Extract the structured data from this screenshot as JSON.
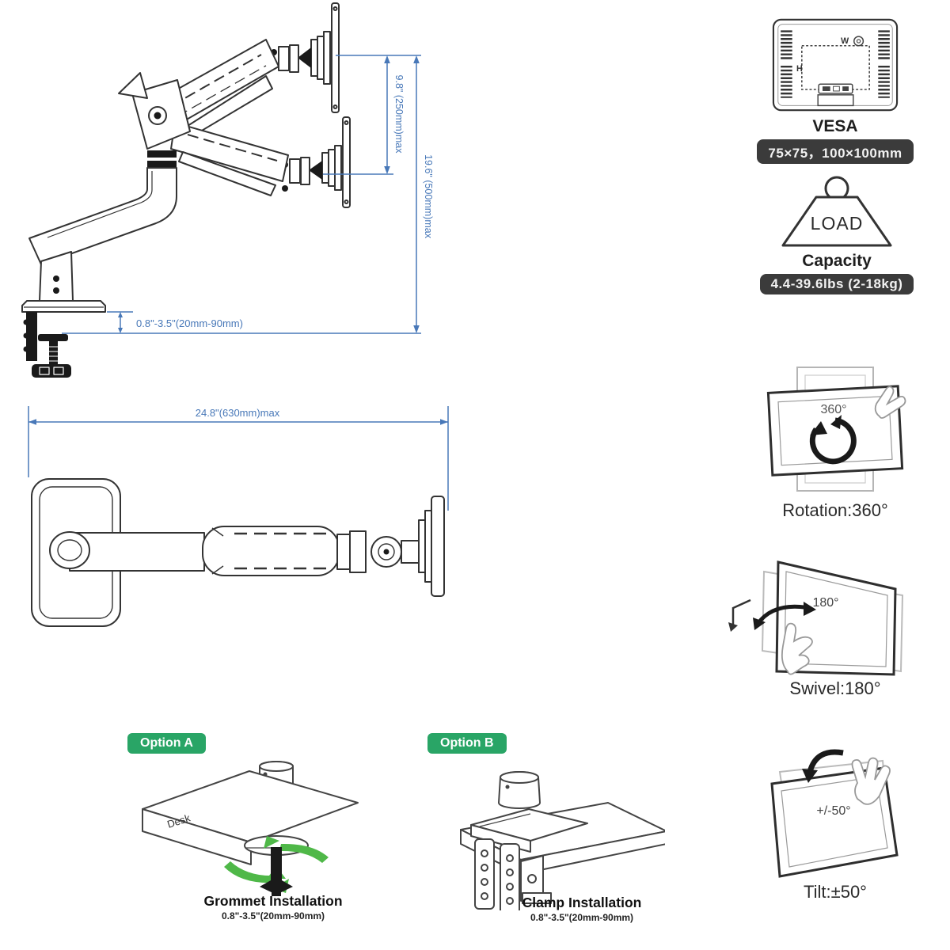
{
  "side_view": {
    "dim_upper": "9.8\" (250mm)max",
    "dim_full": "19.6\" (500mm)max",
    "dim_clamp_range": "0.8\"-3.5\"(20mm-90mm)"
  },
  "top_view": {
    "dim_width": "24.8\"(630mm)max"
  },
  "options": {
    "a": {
      "badge": "Option A",
      "desk_label": "Desk",
      "title": "Grommet Installation",
      "range": "0.8\"-3.5\"(20mm-90mm)"
    },
    "b": {
      "badge": "Option B",
      "title": "Clamp Installation",
      "range": "0.8\"-3.5\"(20mm-90mm)"
    }
  },
  "specs": {
    "vesa": {
      "title": "VESA",
      "badge": "75×75，100×100mm",
      "w": "W",
      "h": "H"
    },
    "load": {
      "label": "LOAD",
      "title": "Capacity",
      "badge": "4.4-39.6lbs (2-18kg)"
    },
    "rotation": {
      "angle": "360°",
      "caption": "Rotation:360°"
    },
    "swivel": {
      "angle": "180°",
      "caption": "Swivel:180°"
    },
    "tilt": {
      "angle": "+/-50°",
      "caption": "Tilt:±50°"
    }
  },
  "colors": {
    "dimension_blue": "#4878b8",
    "badge_dark": "#3b3b3b",
    "badge_green": "#29a566",
    "arrow_green": "#4fb848",
    "line_dark": "#333333"
  }
}
